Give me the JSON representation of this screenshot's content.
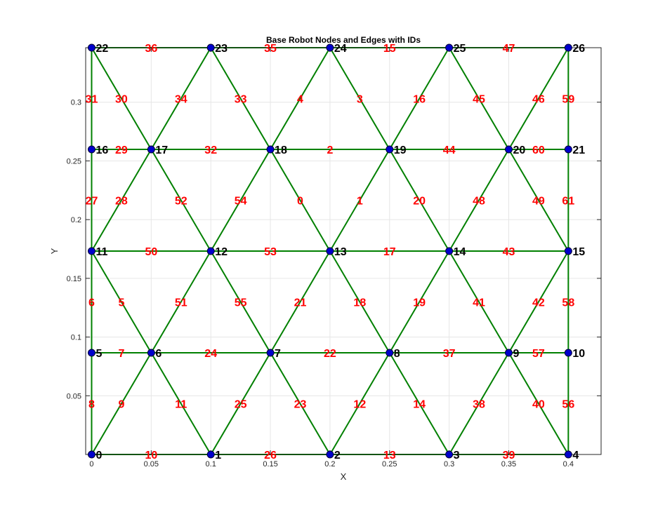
{
  "chart_data": {
    "type": "scatter",
    "title": "Base Robot Nodes and Edges with IDs",
    "xlabel": "X",
    "ylabel": "Y",
    "xlim": [
      -0.005,
      0.4275
    ],
    "ylim": [
      0,
      0.3464
    ],
    "xticks": [
      0,
      0.05,
      0.1,
      0.15,
      0.2,
      0.25,
      0.3,
      0.35,
      0.4
    ],
    "xtick_labels": [
      "0",
      "0.05",
      "0.1",
      "0.15",
      "0.2",
      "0.25",
      "0.3",
      "0.35",
      "0.4"
    ],
    "yticks": [
      0.05,
      0.1,
      0.15,
      0.2,
      0.25,
      0.3
    ],
    "ytick_labels": [
      "0.05",
      "0.1",
      "0.15",
      "0.2",
      "0.25",
      "0.3"
    ],
    "grid": true,
    "colors": {
      "node_fill": "#0000cc",
      "edge": "#008000",
      "node_label": "#000000",
      "edge_label": "#ff0000"
    },
    "nodes": [
      {
        "id": "0",
        "x": 0,
        "y": 0
      },
      {
        "id": "1",
        "x": 0.1,
        "y": 0
      },
      {
        "id": "2",
        "x": 0.2,
        "y": 0
      },
      {
        "id": "3",
        "x": 0.3,
        "y": 0
      },
      {
        "id": "4",
        "x": 0.4,
        "y": 0
      },
      {
        "id": "5",
        "x": 0,
        "y": 0.0866
      },
      {
        "id": "6",
        "x": 0.05,
        "y": 0.0866
      },
      {
        "id": "7",
        "x": 0.15,
        "y": 0.0866
      },
      {
        "id": "8",
        "x": 0.25,
        "y": 0.0866
      },
      {
        "id": "9",
        "x": 0.35,
        "y": 0.0866
      },
      {
        "id": "10",
        "x": 0.4,
        "y": 0.0866
      },
      {
        "id": "11",
        "x": 0,
        "y": 0.1732
      },
      {
        "id": "12",
        "x": 0.1,
        "y": 0.1732
      },
      {
        "id": "13",
        "x": 0.2,
        "y": 0.1732
      },
      {
        "id": "14",
        "x": 0.3,
        "y": 0.1732
      },
      {
        "id": "15",
        "x": 0.4,
        "y": 0.1732
      },
      {
        "id": "16",
        "x": 0,
        "y": 0.2598
      },
      {
        "id": "17",
        "x": 0.05,
        "y": 0.2598
      },
      {
        "id": "18",
        "x": 0.15,
        "y": 0.2598
      },
      {
        "id": "19",
        "x": 0.25,
        "y": 0.2598
      },
      {
        "id": "20",
        "x": 0.35,
        "y": 0.2598
      },
      {
        "id": "21",
        "x": 0.4,
        "y": 0.2598
      },
      {
        "id": "22",
        "x": 0,
        "y": 0.3464
      },
      {
        "id": "23",
        "x": 0.1,
        "y": 0.3464
      },
      {
        "id": "24",
        "x": 0.2,
        "y": 0.3464
      },
      {
        "id": "25",
        "x": 0.3,
        "y": 0.3464
      },
      {
        "id": "26",
        "x": 0.4,
        "y": 0.3464
      }
    ],
    "edges": [
      {
        "id": "0",
        "from": "13",
        "to": "18"
      },
      {
        "id": "1",
        "from": "13",
        "to": "19"
      },
      {
        "id": "2",
        "from": "18",
        "to": "19"
      },
      {
        "id": "3",
        "from": "24",
        "to": "19"
      },
      {
        "id": "4",
        "from": "18",
        "to": "24"
      },
      {
        "id": "5",
        "from": "11",
        "to": "6"
      },
      {
        "id": "6",
        "from": "5",
        "to": "11"
      },
      {
        "id": "7",
        "from": "5",
        "to": "6"
      },
      {
        "id": "8",
        "from": "0",
        "to": "5"
      },
      {
        "id": "9",
        "from": "0",
        "to": "6"
      },
      {
        "id": "10",
        "from": "0",
        "to": "1"
      },
      {
        "id": "11",
        "from": "6",
        "to": "1"
      },
      {
        "id": "12",
        "from": "2",
        "to": "8"
      },
      {
        "id": "13",
        "from": "2",
        "to": "3"
      },
      {
        "id": "14",
        "from": "8",
        "to": "3"
      },
      {
        "id": "15",
        "from": "24",
        "to": "25"
      },
      {
        "id": "16",
        "from": "19",
        "to": "25"
      },
      {
        "id": "17",
        "from": "13",
        "to": "14"
      },
      {
        "id": "18",
        "from": "13",
        "to": "8"
      },
      {
        "id": "19",
        "from": "8",
        "to": "14"
      },
      {
        "id": "20",
        "from": "19",
        "to": "14"
      },
      {
        "id": "21",
        "from": "7",
        "to": "13"
      },
      {
        "id": "22",
        "from": "7",
        "to": "8"
      },
      {
        "id": "23",
        "from": "7",
        "to": "2"
      },
      {
        "id": "24",
        "from": "6",
        "to": "7"
      },
      {
        "id": "25",
        "from": "1",
        "to": "7"
      },
      {
        "id": "26",
        "from": "1",
        "to": "2"
      },
      {
        "id": "27",
        "from": "11",
        "to": "16"
      },
      {
        "id": "28",
        "from": "11",
        "to": "17"
      },
      {
        "id": "29",
        "from": "16",
        "to": "17"
      },
      {
        "id": "30",
        "from": "17",
        "to": "22"
      },
      {
        "id": "31",
        "from": "16",
        "to": "22"
      },
      {
        "id": "32",
        "from": "17",
        "to": "18"
      },
      {
        "id": "33",
        "from": "23",
        "to": "18"
      },
      {
        "id": "34",
        "from": "17",
        "to": "23"
      },
      {
        "id": "35",
        "from": "23",
        "to": "24"
      },
      {
        "id": "36",
        "from": "22",
        "to": "23"
      },
      {
        "id": "37",
        "from": "8",
        "to": "9"
      },
      {
        "id": "38",
        "from": "3",
        "to": "9"
      },
      {
        "id": "39",
        "from": "3",
        "to": "4"
      },
      {
        "id": "40",
        "from": "9",
        "to": "4"
      },
      {
        "id": "41",
        "from": "14",
        "to": "9"
      },
      {
        "id": "42",
        "from": "9",
        "to": "15"
      },
      {
        "id": "43",
        "from": "14",
        "to": "15"
      },
      {
        "id": "44",
        "from": "19",
        "to": "20"
      },
      {
        "id": "45",
        "from": "25",
        "to": "20"
      },
      {
        "id": "46",
        "from": "20",
        "to": "26"
      },
      {
        "id": "47",
        "from": "25",
        "to": "26"
      },
      {
        "id": "48",
        "from": "14",
        "to": "20"
      },
      {
        "id": "49",
        "from": "20",
        "to": "15"
      },
      {
        "id": "50",
        "from": "11",
        "to": "12"
      },
      {
        "id": "51",
        "from": "6",
        "to": "12"
      },
      {
        "id": "52",
        "from": "17",
        "to": "12"
      },
      {
        "id": "53",
        "from": "12",
        "to": "13"
      },
      {
        "id": "54",
        "from": "12",
        "to": "18"
      },
      {
        "id": "55",
        "from": "12",
        "to": "7"
      },
      {
        "id": "56",
        "from": "4",
        "to": "10"
      },
      {
        "id": "57",
        "from": "9",
        "to": "10"
      },
      {
        "id": "58",
        "from": "10",
        "to": "15"
      },
      {
        "id": "59",
        "from": "21",
        "to": "26"
      },
      {
        "id": "60",
        "from": "20",
        "to": "21"
      },
      {
        "id": "61",
        "from": "15",
        "to": "21"
      }
    ]
  }
}
